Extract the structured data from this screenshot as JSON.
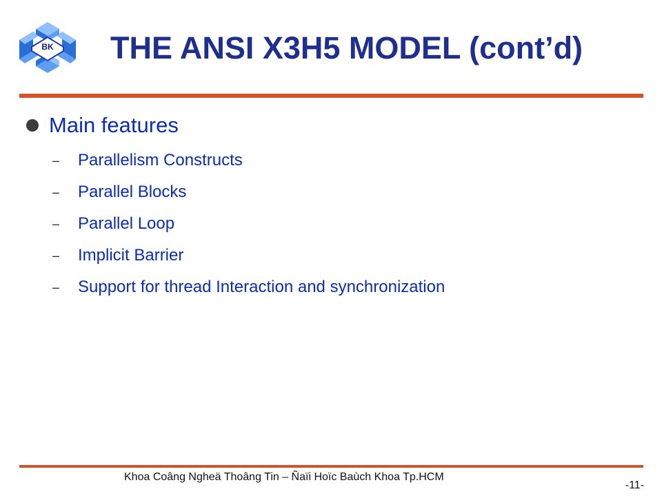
{
  "slide": {
    "logo_text": "BK",
    "title": "THE ANSI X3H5 MODEL (cont’d)",
    "bullet": "Main features",
    "subitems": [
      "Parallelism Constructs",
      "Parallel Blocks",
      "Parallel Loop",
      "Implicit Barrier",
      "Support for thread Interaction and synchronization"
    ],
    "dash": "–",
    "footer": "Khoa Coâng Ngheä Thoâng Tin – Ñaïi Hoïc Baùch Khoa Tp.HCM",
    "page_number": "-11-"
  },
  "colors": {
    "title": "#1f2f8f",
    "text": "#0a2db4",
    "rule": "#d4542a",
    "logo_blue": "#2a6fd6"
  }
}
